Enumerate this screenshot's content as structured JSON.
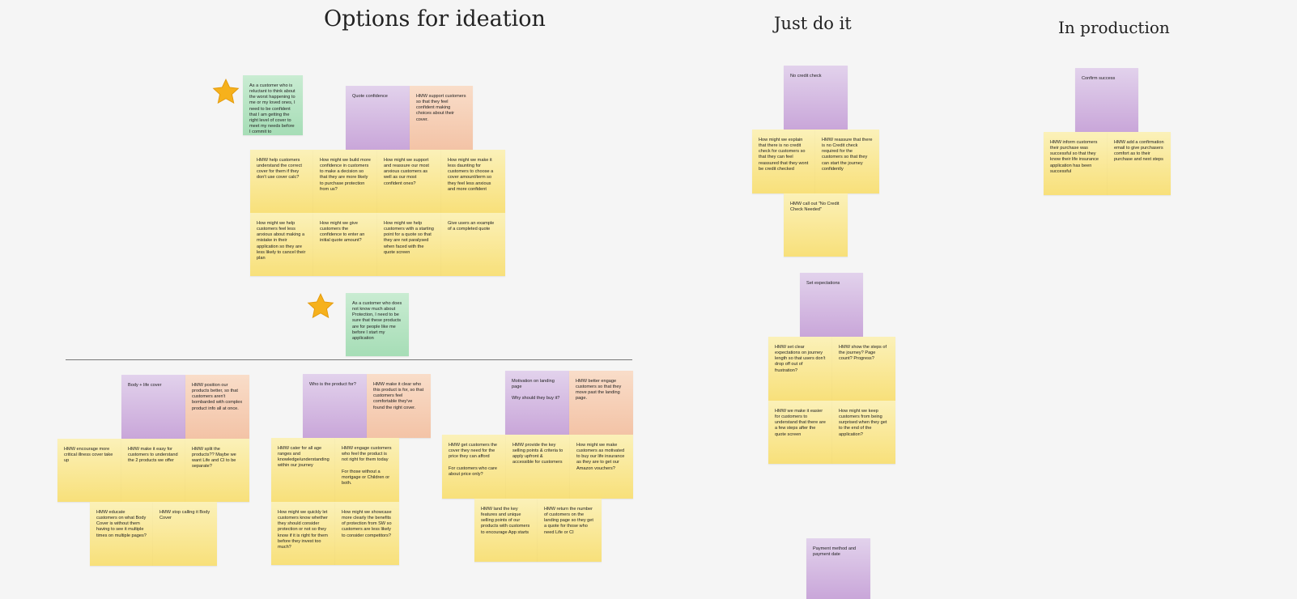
{
  "headings": {
    "ideation": "Options for ideation",
    "just_do_it": "Just do it",
    "in_production": "In production"
  },
  "notes": {
    "persona1": "As a customer who is reluctant to think about the worst happening to me or my loved ones, I need to be confident that I am getting the right level of cover to meet my needs before I commit to",
    "persona2": "As a customer who does not know much about Protection, I need to be sure that these products are for people like me before I start my application",
    "quote_confidence": "Quote confidence",
    "qc_hmw_support": "HMW support customers so that they feel confident making choices about their cover.",
    "qc1": "HMW help customers understand the correct cover for them if they don't use cover calc?",
    "qc2": "How might we build more confidence in customers to make a decision so that they are more likely to purchase protection from us?",
    "qc3": "How might we support and reassure our most anxious customers as well as our most confident ones?",
    "qc4": "How might we make it less daunting for customers to choose a cover amount/term so they feel less anxious and more confident",
    "qc5": "How might we help customers feel less anxious about making a mistake in their application so they are less likely to cancel their plan",
    "qc6": "How might we give customers the confidence to enter an initial quote amount?",
    "qc7": "How might we help customers with a starting point for a quote so that they are not paralysed when faced with the quote screen",
    "qc8": "Give users an example of a completed quote",
    "body_life_cover": "Body + life cover",
    "blc_hmw": "HMW position our products better, so that customers aren't bombarded with complex product info all at once.",
    "blc1": "HMW encourage more critical illness cover take up",
    "blc2": "HMW make it easy for customers to understand the 2 products we offer",
    "blc3": "HMW split the products?? Maybe we want Life and CI to be separate?",
    "blc4": "HMW educate customers on what Body Cover is without them having to see it multiple times on multiple pages?",
    "blc5": "HMW stop calling it Body Cover",
    "who_product": "Who is the product for?",
    "wp_hmw": "HMW make it clear who this product is for, so that customers feel comfortable they've found the right cover.",
    "wp1": "HMW cater for all age ranges and knowledge/understanding within our journey",
    "wp2": "HMW engage customers who feel the product is not right for them today\n\nFor those without a mortgage or Children or both.",
    "wp3": "How might we quickly let customers know whether they should consider protection or not so they know if it is right for them before they invest too much?",
    "wp4": "How might we showcase more clearly the benefits of protection from SW so customers are less likely to consider competitors?",
    "motivation": "Motivation on landing page\n\nWhy should they buy it?",
    "mot_hmw": "HMW better engage customers so that they move past the landing page.",
    "mot1": "HMW get customers the cover they need for the price they can afford\n\nFor customers who care about price only?",
    "mot2": "HMW provide the key selling points & criteria to apply upfront & accessible for customers",
    "mot3": "How might we make customers as motivated to buy our life insurance as they are to get our Amazon vouchers?",
    "mot4": "HMW land the key features and unique selling points of our products with customers to encourage App starts",
    "mot5": "HMW return the number of customers on the landing page so they get a quote for those who need Life or CI",
    "no_credit": "No credit check",
    "nc1": "How might we explain that there is no credit check for customers so that they can feel reassured that they wont be credit checked",
    "nc2": "HMW reassure that there is no Credit check required for the customers so that they can start the journey confidently",
    "nc3": "HMW call out \"No Credit Check Needed\"",
    "set_expectations": "Set expectations",
    "se1": "HMW set clear expectations on journey length so that users don't drop off out of frustration?",
    "se2": "HMW show the steps of the journey? Page count? Progress?",
    "se3": "HMW we make it easier for customers to understand that there are a few steps after the quote screen",
    "se4": "How might we keep customers from being surprised when they get to the end of the application?",
    "payment": "Payment method and payment date",
    "confirm_success": "Confirm success",
    "cs1": "HMW inform customers their purchase was successful so that they know their life insurance application has been successful",
    "cs2": "HMW add a confirmation email to give purchasers comfort as to their purchase and next steps"
  },
  "icons": {
    "star": "star-icon"
  },
  "colors": {
    "yellow": "#f8e07a",
    "purple": "#c9a6d9",
    "peach": "#f3c3a6",
    "green": "#a6ddb6",
    "star": "#f6b11c"
  }
}
